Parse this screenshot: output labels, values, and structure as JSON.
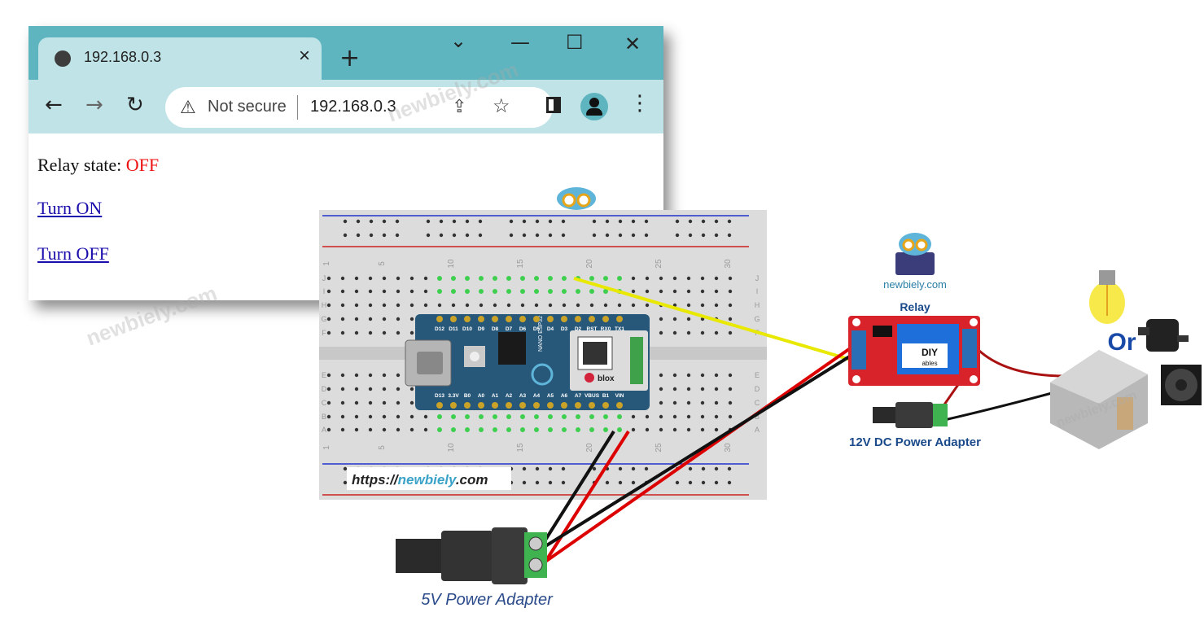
{
  "browser": {
    "tab_title": "192.168.0.3",
    "tab_close": "×",
    "new_tab": "+",
    "win_menu": "⌄",
    "win_min": "—",
    "win_max": "☐",
    "win_close": "✕",
    "nav_back": "←",
    "nav_forward": "→",
    "nav_reload": "↻",
    "security_label": "Not secure",
    "url": "192.168.0.3",
    "menu": "⋮",
    "accent_color": "#5fb5bf",
    "icons": [
      "globe-icon",
      "close-icon",
      "new-tab-icon",
      "chevron-down-icon",
      "minimize-icon",
      "maximize-icon",
      "window-close-icon",
      "back-arrow-icon",
      "forward-arrow-icon",
      "reload-icon",
      "warning-icon",
      "share-icon",
      "star-icon",
      "sidebar-icon",
      "profile-icon",
      "menu-icon"
    ]
  },
  "page": {
    "relay_state_label": "Relay state:",
    "relay_state_value": "OFF",
    "relay_state_color": "#ee1111",
    "turn_on_link": "Turn ON",
    "turn_off_link": "Turn OFF"
  },
  "watermark": "newbiely.com",
  "diagram": {
    "website_label_prefix": "https://",
    "website_label_name": "newbiely",
    "website_label_suffix": ".com",
    "logo_text": "newbiely.com",
    "relay_label": "Relay",
    "relay_brand_top": "DIY",
    "relay_brand_bottom": "ables",
    "power_12v_label": "12V DC Power Adapter",
    "power_5v_label": "5V Power Adapter",
    "or_label": "Or",
    "board_top_pins": [
      "D12",
      "D11",
      "D10",
      "D9",
      "D8",
      "D7",
      "D6",
      "D5",
      "D4",
      "D3",
      "D2",
      "RST",
      "RX0",
      "TX1"
    ],
    "board_bottom_pins": [
      "D13",
      "3.3V",
      "B0",
      "A0",
      "A1",
      "A2",
      "A3",
      "A4",
      "A5",
      "A6",
      "A7",
      "VBUS",
      "B1",
      "VIN"
    ],
    "board_name": "NANO ESP32",
    "module_brand": "blox",
    "breadboard_column_numbers": [
      "1",
      "5",
      "10",
      "15",
      "20",
      "25",
      "30"
    ],
    "breadboard_row_letters_top": [
      "J",
      "I",
      "H",
      "G",
      "F"
    ],
    "breadboard_row_letters_bottom": [
      "E",
      "D",
      "C",
      "B",
      "A"
    ],
    "wire_colors": {
      "signal": "#e8e800",
      "power_positive": "#dd0000",
      "ground": "#111111",
      "load": "#aa1111"
    }
  }
}
